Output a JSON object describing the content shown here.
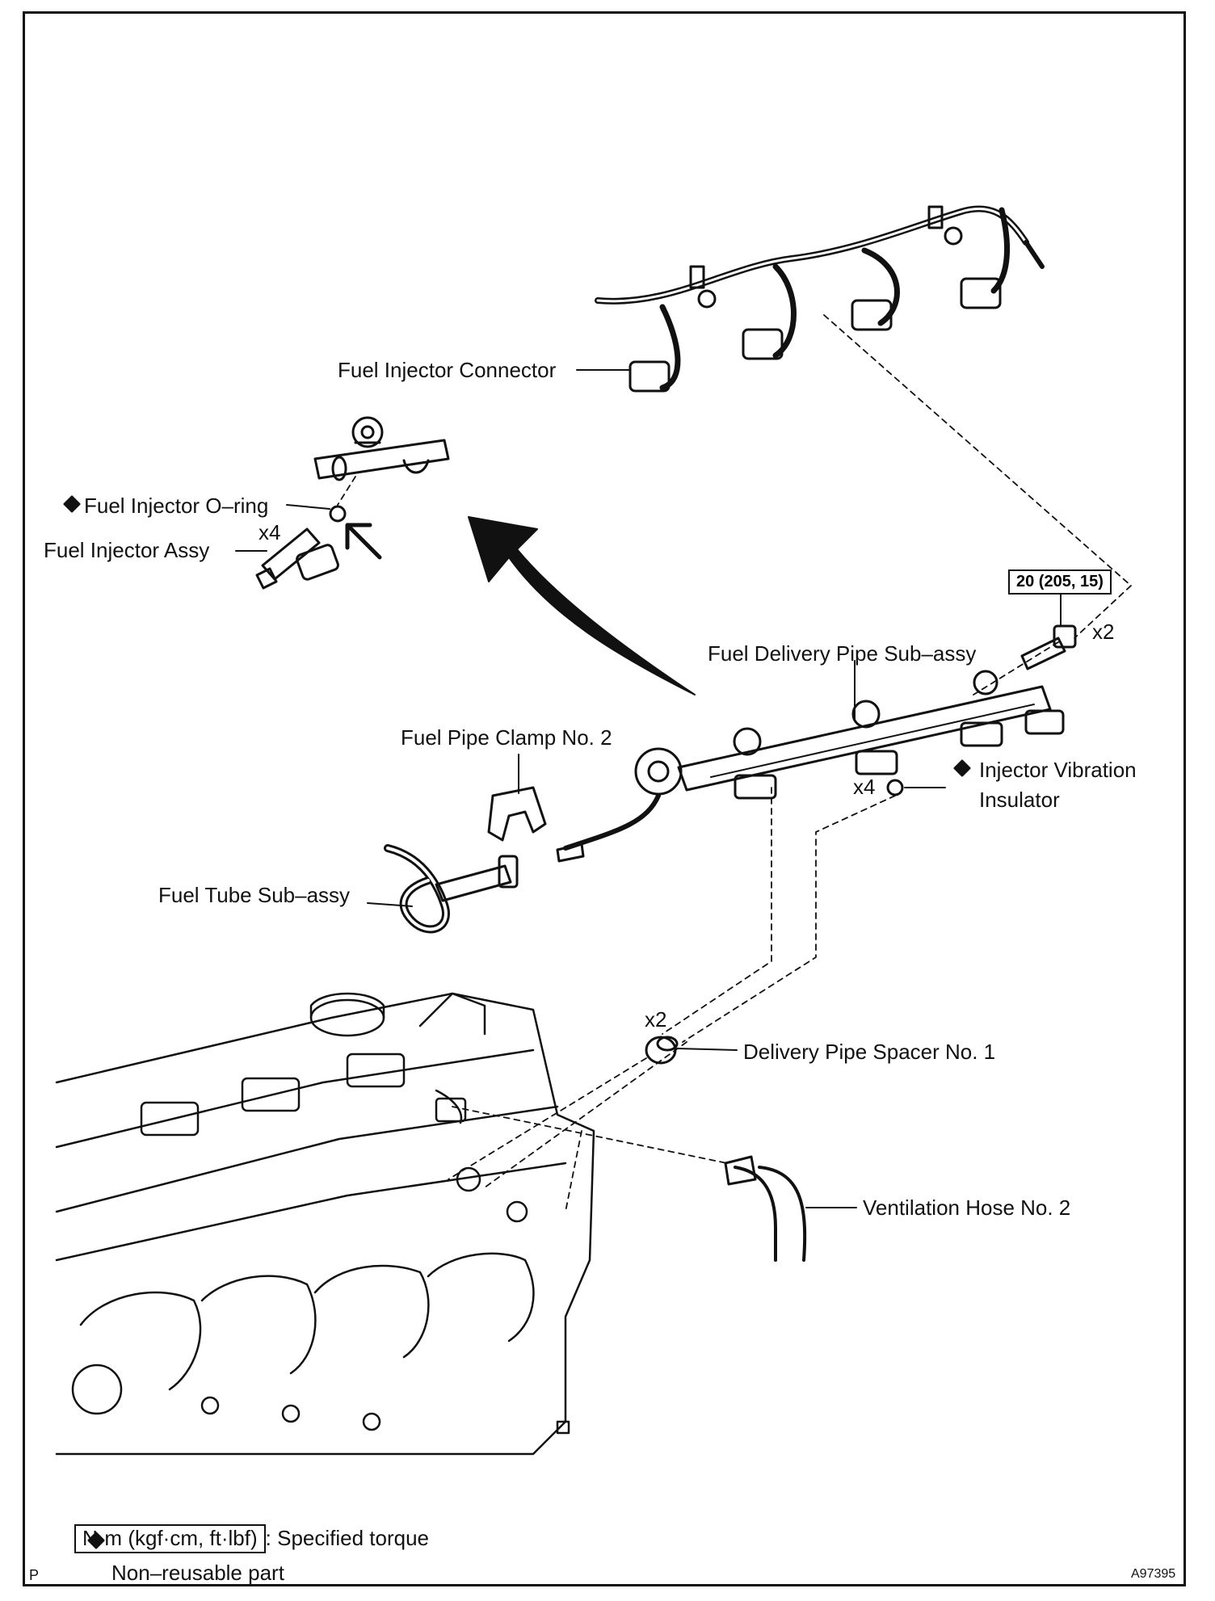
{
  "labels": {
    "fuel_injector_connector": "Fuel Injector Connector",
    "fuel_injector_oring": "Fuel Injector O–ring",
    "fuel_injector_assy": "Fuel Injector Assy",
    "fuel_injector_qty": "x4",
    "fuel_delivery_pipe": "Fuel Delivery Pipe Sub–assy",
    "torque_value": "20 (205, 15)",
    "bolt_qty": "x2",
    "fuel_pipe_clamp": "Fuel Pipe Clamp No. 2",
    "injector_vibration_line1": "Injector Vibration",
    "injector_vibration_line2": "Insulator",
    "insulator_qty": "x4",
    "fuel_tube": "Fuel Tube Sub–assy",
    "spacer_qty": "x2",
    "delivery_pipe_spacer": "Delivery Pipe Spacer No. 1",
    "ventilation_hose": "Ventilation Hose No. 2"
  },
  "legend": {
    "torque_unit": "N·m (kgf·cm, ft·lbf)",
    "torque_desc": ": Specified torque",
    "nonreusable_desc": "Non–reusable part",
    "diamond_symbol": "◆"
  },
  "corner": {
    "left": "P",
    "right": "A97395"
  }
}
